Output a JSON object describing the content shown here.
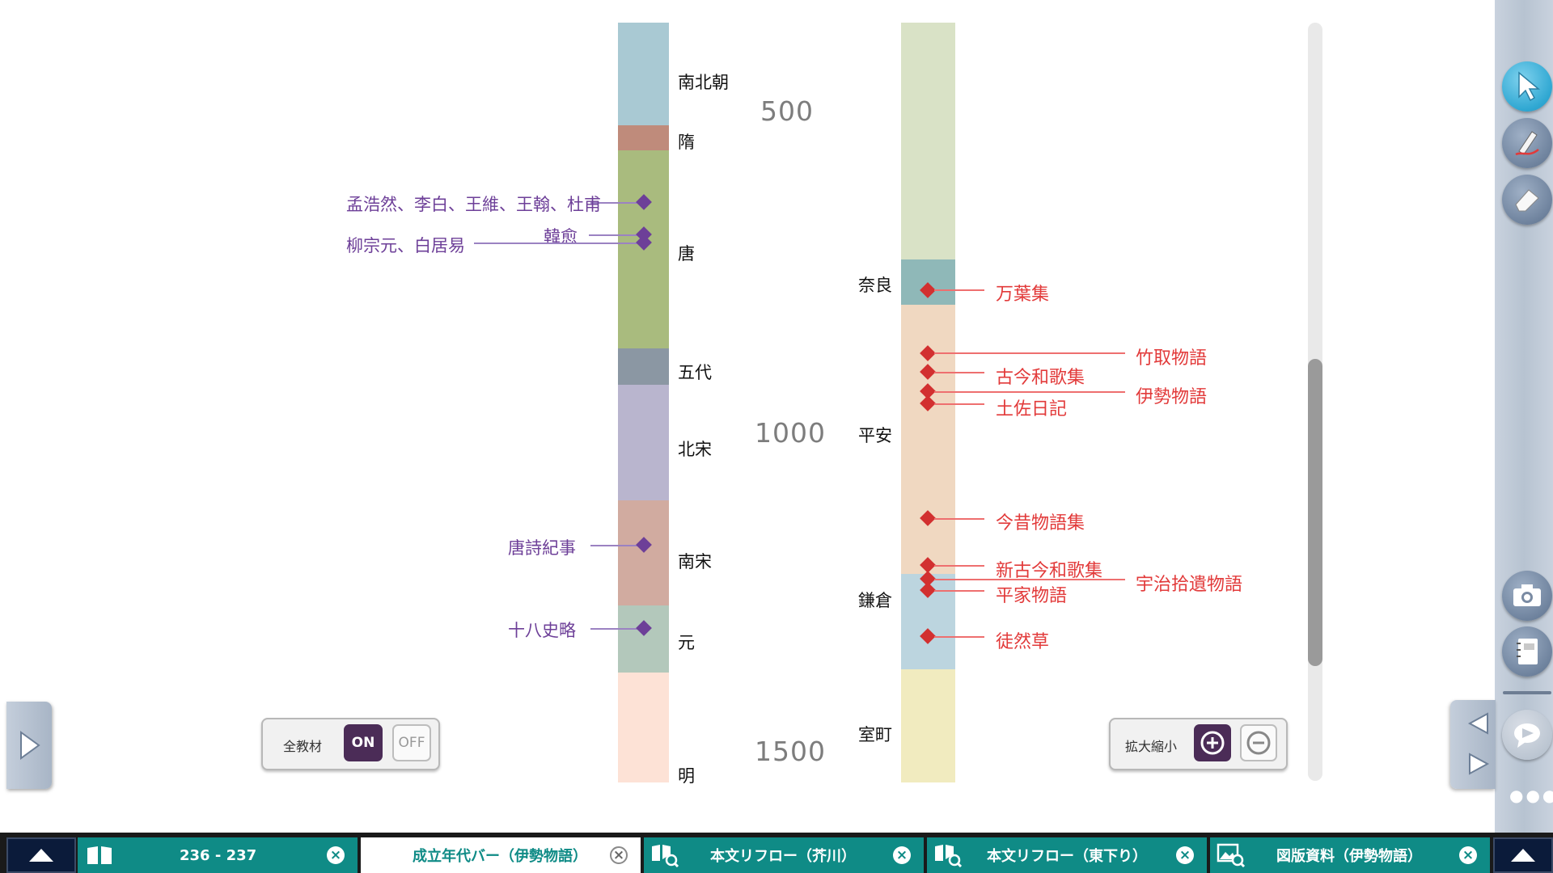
{
  "chinese": {
    "eras": [
      "南北朝",
      "隋",
      "唐",
      "五代",
      "北宋",
      "南宋",
      "元",
      "明"
    ],
    "works": [
      "孟浩然、李白、王維、王翰、杜甫",
      "韓愈",
      "柳宗元、白居易",
      "唐詩紀事",
      "十八史略"
    ]
  },
  "japanese": {
    "eras": [
      "奈良",
      "平安",
      "鎌倉",
      "室町"
    ],
    "works": [
      "万葉集",
      "竹取物語",
      "古今和歌集",
      "伊勢物語",
      "土佐日記",
      "今昔物語集",
      "新古今和歌集",
      "宇治拾遺物語",
      "平家物語",
      "徒然草"
    ]
  },
  "years": [
    "500",
    "1000",
    "1500"
  ],
  "colors": {
    "chinese_work": "#6d3f98",
    "japanese_work": "#e23a3a",
    "tab_bg": "#0f8b86",
    "toggle_on": "#4b2c57"
  },
  "controls": {
    "all_materials_label": "全教材",
    "on_label": "ON",
    "off_label": "OFF",
    "zoom_label": "拡大縮小"
  },
  "tabs": [
    {
      "label": "236 - 237",
      "icon": "book-icon"
    },
    {
      "label": "成立年代バー（伊勢物語）",
      "icon": "",
      "active": true
    },
    {
      "label": "本文リフロー（芥川）",
      "icon": "book-search-icon"
    },
    {
      "label": "本文リフロー（東下り）",
      "icon": "book-search-icon"
    },
    {
      "label": "図版資料（伊勢物語）",
      "icon": "image-search-icon"
    }
  ],
  "right_tools": [
    "pointer-icon",
    "pen-icon",
    "eraser-icon",
    "camera-icon",
    "notebook-icon",
    "comment-icon"
  ]
}
